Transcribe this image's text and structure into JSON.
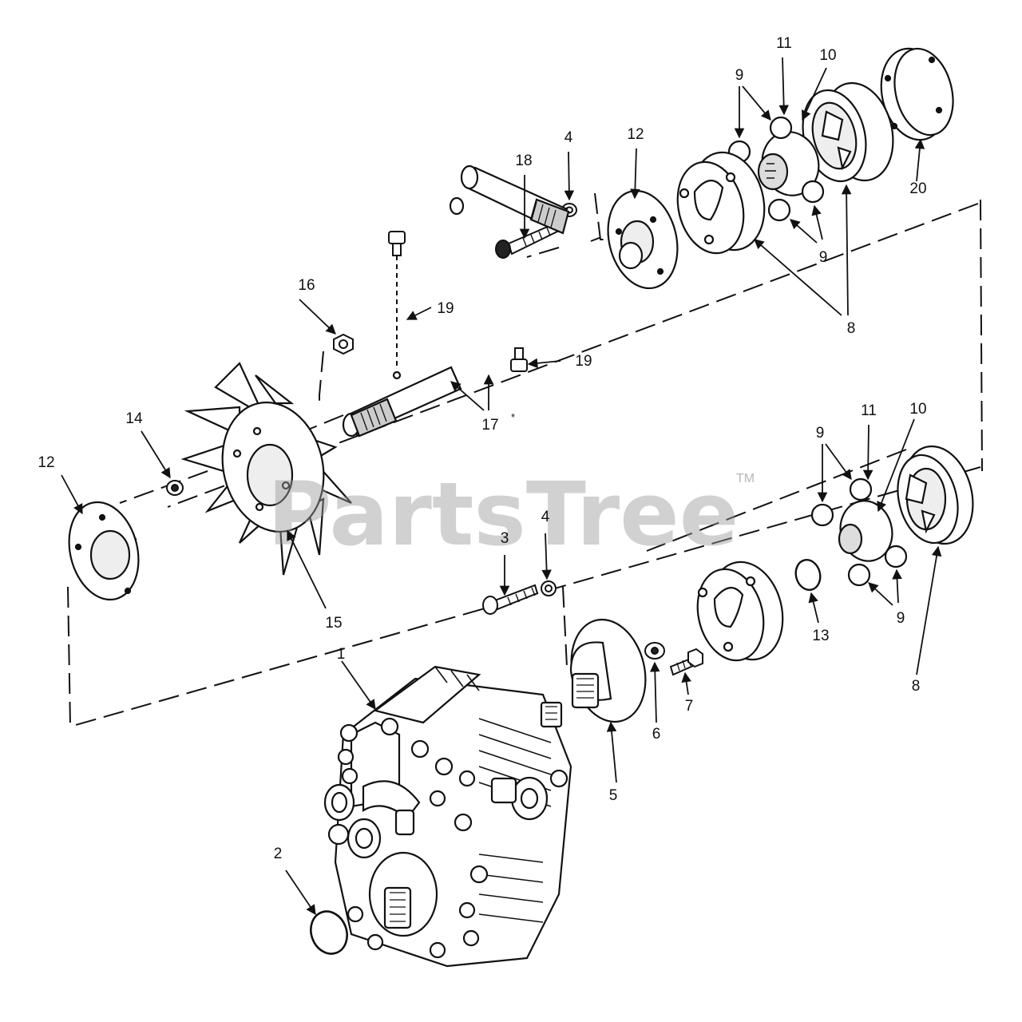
{
  "diagram": {
    "watermark": "PartsTree",
    "trademark": "TM",
    "asterisk": "*",
    "callouts": {
      "c1": "1",
      "c2": "2",
      "c3": "3",
      "c4a": "4",
      "c4b": "4",
      "c5": "5",
      "c6": "6",
      "c7": "7",
      "c8a": "8",
      "c8b": "8",
      "c9a": "9",
      "c9b": "9",
      "c9c": "9",
      "c9d": "9",
      "c10a": "10",
      "c10b": "10",
      "c11a": "11",
      "c11b": "11",
      "c12a": "12",
      "c12b": "12",
      "c13": "13",
      "c14": "14",
      "c15": "15",
      "c16": "16",
      "c17": "17",
      "c18": "18",
      "c19a": "19",
      "c19b": "19",
      "c20": "20"
    }
  }
}
